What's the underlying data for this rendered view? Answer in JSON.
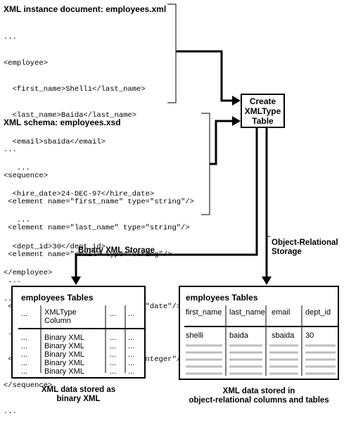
{
  "xml_doc": {
    "title": "XML instance document: employees.xml",
    "lines": [
      "...",
      "<employee>",
      "  <first_name>Shelli</last_name>",
      "  <last_name>Baida</last_name>",
      "  <email>sbaida</email>",
      "   ...",
      "  <hire_date>24-DEC-97</hire_date>",
      "   ...",
      "  <dept_id>30</dept_id>",
      "</employee>",
      "..."
    ]
  },
  "xml_schema": {
    "title": "XML schema: employees.xsd",
    "lines": [
      "...",
      "<sequence>",
      " <element name=\"first_name\" type=\"string\"/>",
      " <element name=\"last_name\" type=\"string\"/>",
      " <element name=\"email\" type=\"string\"/>",
      " ...",
      " <element name=\"hire_date\" type=\"date\"/>",
      " ...",
      " <element name=\"dept_id\" type=\"integer\"/>",
      "</sequence>",
      "..."
    ]
  },
  "create_box": {
    "line1": "Create",
    "line2": "XMLType",
    "line3": "Table"
  },
  "labels": {
    "binary_storage": "Binary XML Storage",
    "or_storage_1": "Object-Relational",
    "or_storage_2": "Storage"
  },
  "binary_table": {
    "title": "employees Tables",
    "header_col1": "...",
    "header_col2_1": "XMLType",
    "header_col2_2": "Column",
    "header_col3": "...",
    "header_col4": "...",
    "rows": [
      [
        "...",
        "Binary XML",
        "...",
        "..."
      ],
      [
        "...",
        "Binary XML",
        "...",
        "..."
      ],
      [
        "...",
        "Binary XML",
        "...",
        "..."
      ],
      [
        "...",
        "Binary XML",
        "...",
        "..."
      ],
      [
        "...",
        "Binary XML",
        "...",
        "..."
      ]
    ],
    "caption_1": "XML data stored as",
    "caption_2": "binary XML"
  },
  "or_table": {
    "title": "employees Tables",
    "headers": [
      "first_name",
      "last_name",
      "email",
      "dept_id"
    ],
    "row": [
      "shelli",
      "baida",
      "sbaida",
      "30"
    ],
    "caption_1": "XML data stored in",
    "caption_2": "object-relational columns and tables"
  },
  "colors": {
    "line": "#000000",
    "gray_rows": "#bdbdbd",
    "background": "#ffffff"
  }
}
